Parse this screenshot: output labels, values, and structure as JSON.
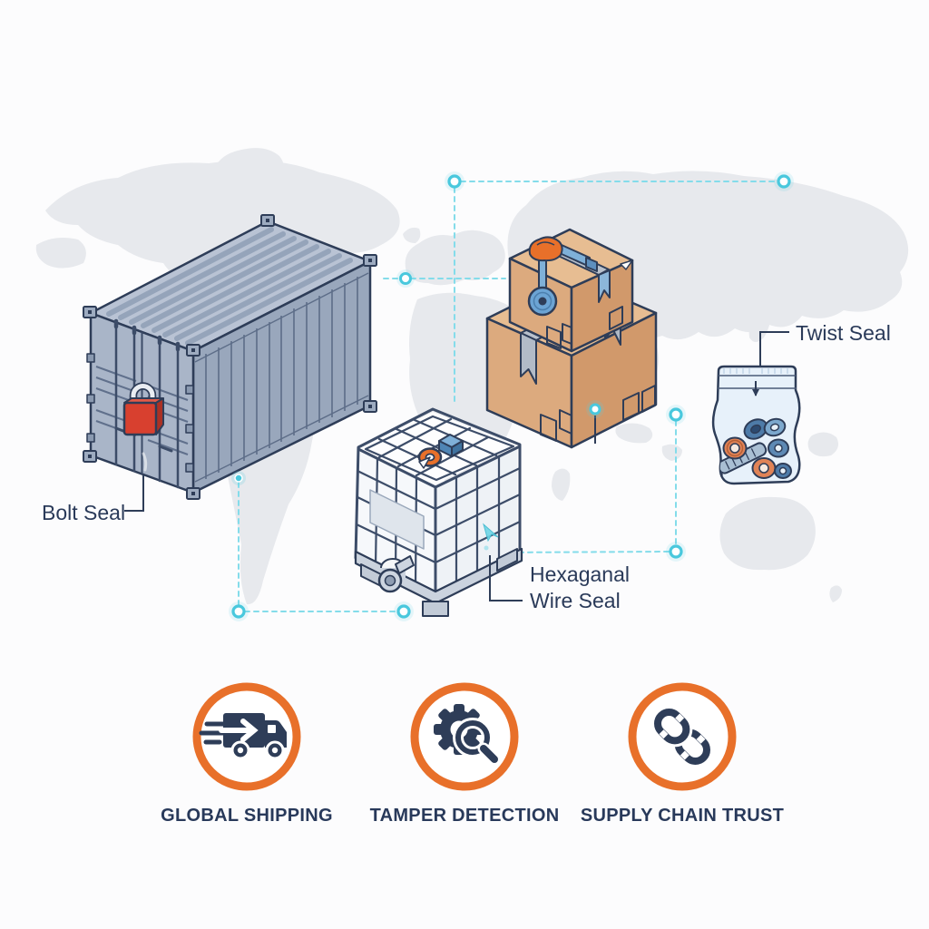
{
  "callouts": {
    "bolt_seal": "Bolt Seal",
    "twist_seal": "Twist Seal",
    "hex_wire_seal": [
      "Hexaganal",
      "Wire Seal"
    ]
  },
  "features": [
    {
      "icon": "delivery-truck-icon",
      "label": "GLOBAL SHIPPING"
    },
    {
      "icon": "gear-magnifier-icon",
      "label": "TAMPER DETECTION"
    },
    {
      "icon": "chain-link-icon",
      "label": "SUPPLY CHAIN TRUST"
    }
  ],
  "illustrated_items": [
    "shipping-container-with-red-bolt-seal",
    "stacked-cardboard-boxes-with-strap-seal",
    "ibc-tote-with-hexagonal-wire-seal",
    "plastic-bag-of-twist-seals"
  ],
  "palette": {
    "outline_navy": "#2e3d58",
    "label_text": "#2a3a59",
    "accent_orange": "#e8702a",
    "teal_node": "#49c8dd",
    "container_blue_gray": "#99a7bc",
    "box_tan": "#dcaa7e",
    "seal_red": "#d8402f",
    "bag_blue": "#e4eff9",
    "map_gray": "#e7e9ed"
  }
}
